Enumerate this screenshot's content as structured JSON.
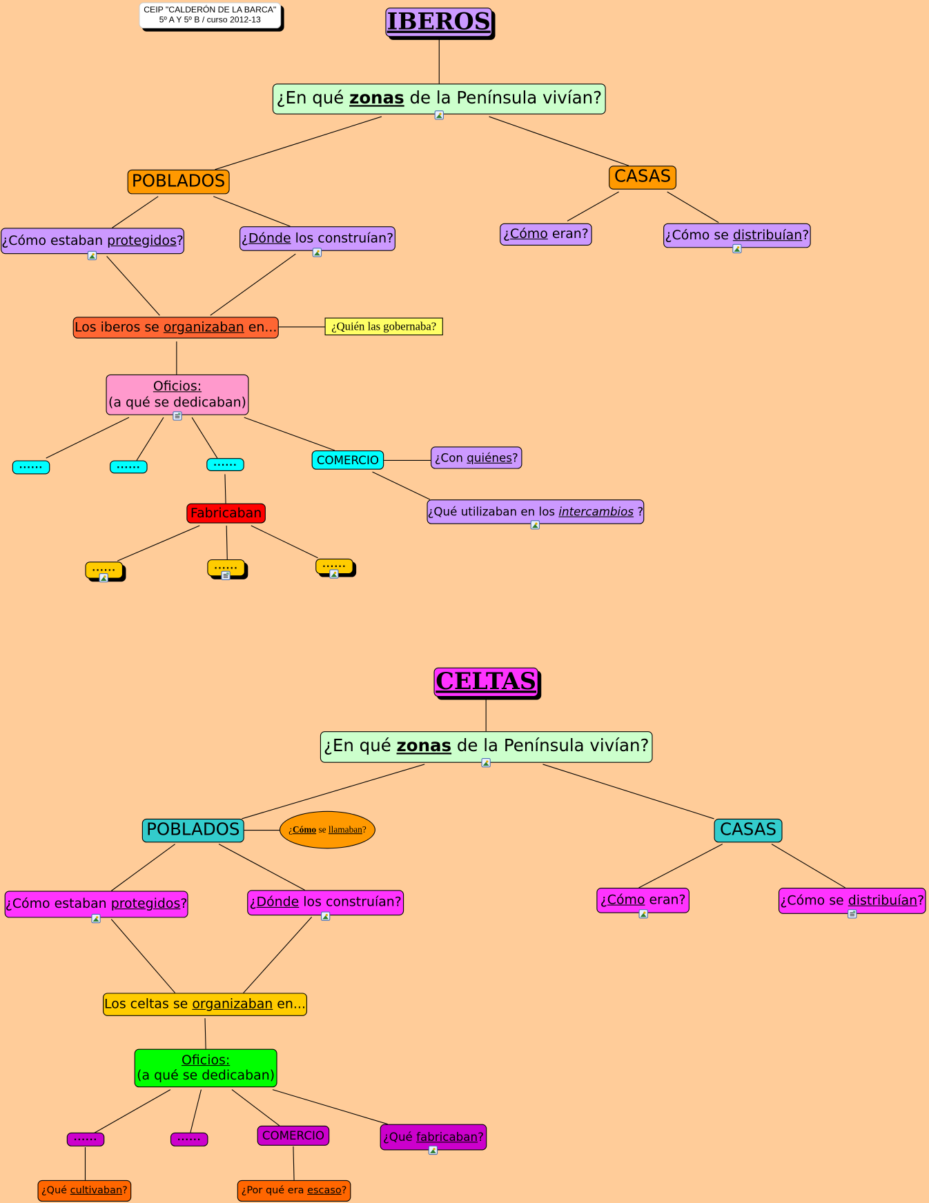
{
  "note": {
    "line1": "CEIP \"CALDERÓN DE LA BARCA\"",
    "line2": "5º A Y 5º B / curso 2012-13"
  },
  "iberos": {
    "title": "IBEROS",
    "zonas": {
      "a": "¿En qué ",
      "b": "zonas",
      "c": " de la Península vivían?"
    },
    "poblados": "POBLADOS",
    "casas": "CASAS",
    "protegidos": {
      "a": "¿Cómo estaban ",
      "b": "protegidos",
      "c": "?"
    },
    "donde": {
      "a": "¿",
      "b": "Dónde",
      "c": " los construían?"
    },
    "como_eran": {
      "a": "¿",
      "b": "Cómo",
      "c": " eran?"
    },
    "distribuian": {
      "a": "¿Cómo se ",
      "b": "distribuían",
      "c": "?"
    },
    "organizaban": {
      "a": "Los iberos se ",
      "b": "organizaban",
      "c": " en..."
    },
    "quien": "¿Quién las gobernaba?",
    "oficios": {
      "a": "Oficios:",
      "b": "(a qué se dedicaban)"
    },
    "dots": "......",
    "comercio": "COMERCIO",
    "con_quienes": {
      "a": "¿Con ",
      "b": "quiénes",
      "c": "?"
    },
    "intercambios": {
      "a": "¿Qué utilizaban en los ",
      "b": "intercambios",
      "c": " ?"
    },
    "fabricaban": "Fabricaban"
  },
  "celtas": {
    "title": "CELTAS",
    "zonas": {
      "a": "¿En qué ",
      "b": "zonas",
      "c": " de la Península vivían?"
    },
    "poblados": "POBLADOS",
    "llamaban": {
      "a": "¿",
      "b": "Cómo",
      "c": " se ",
      "d": "llamaban",
      "e": "?"
    },
    "casas": "CASAS",
    "protegidos": {
      "a": "¿Cómo estaban ",
      "b": "protegidos",
      "c": "?"
    },
    "donde": {
      "a": "¿",
      "b": "Dónde",
      "c": " los construían?"
    },
    "como_eran": {
      "a": "¿",
      "b": "Cómo",
      "c": " eran?"
    },
    "distribuian": {
      "a": "¿Cómo se ",
      "b": "distribuían",
      "c": "?"
    },
    "organizaban": {
      "a": "Los celtas se ",
      "b": "organizaban",
      "c": " en..."
    },
    "oficios": {
      "a": "Oficios:",
      "b": "(a qué se dedicaban)"
    },
    "dots": "......",
    "comercio": "COMERCIO",
    "fabricaban": {
      "a": "¿Qué ",
      "b": "fabricaban",
      "c": "?"
    },
    "cultivaban": {
      "a": "¿Qué ",
      "b": "cultivaban",
      "c": "?"
    },
    "escaso": {
      "a": "¿Por qué era ",
      "b": "escaso",
      "c": "?"
    }
  },
  "colors": {
    "background": "#ffcc99",
    "purple": "#cc99ff",
    "magenta": "#ff33ff",
    "green": "#ccffcc",
    "orange": "#ff9900",
    "teal": "#33cccc"
  }
}
